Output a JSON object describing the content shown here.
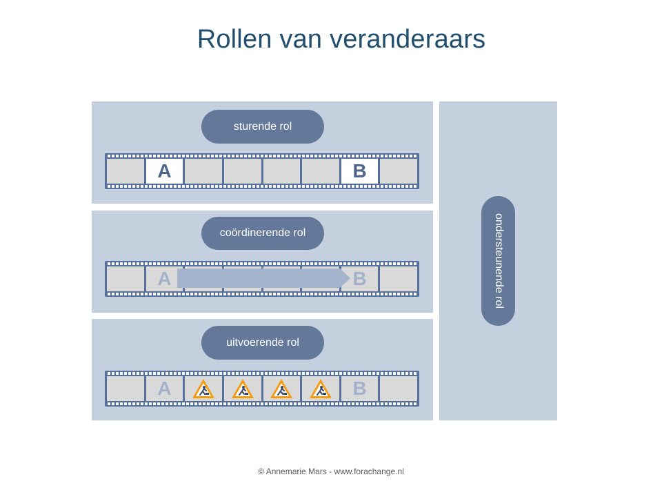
{
  "title": "Rollen van veranderaars",
  "roles": {
    "sturende": "sturende rol",
    "coordinerende": "coördinerende rol",
    "uitvoerende": "uitvoerende rol",
    "ondersteunende": "ondersteunende rol"
  },
  "film_letters": {
    "start": "A",
    "end": "B"
  },
  "footer": "© Annemarie Mars - www.forachange.nl",
  "colors": {
    "panel": "#c5d0de",
    "pill": "#64799a",
    "film": "#55709a",
    "frame": "#d9d9d9",
    "warning_sign": "#f39c12"
  },
  "icons": {
    "construction": "construction-warning-icon"
  }
}
